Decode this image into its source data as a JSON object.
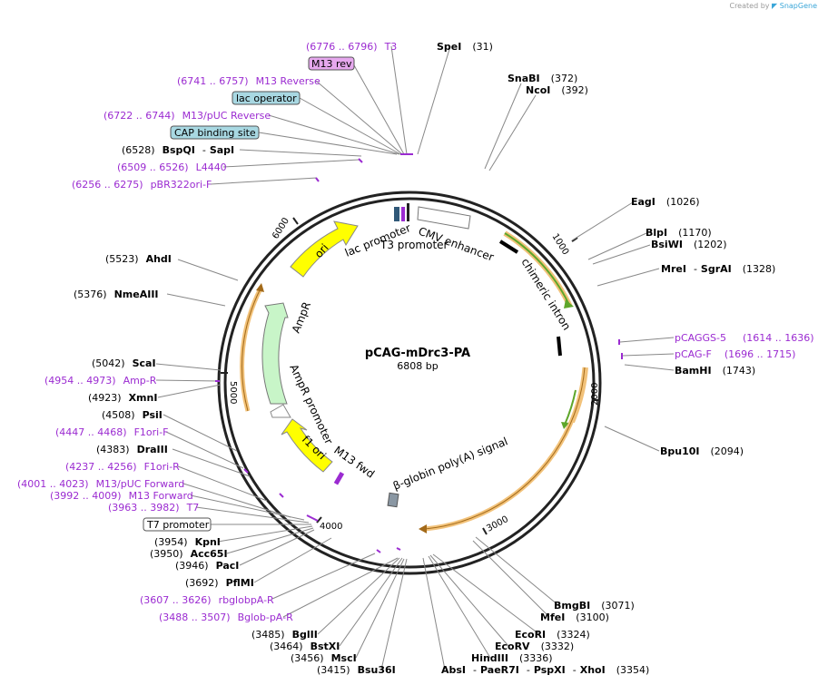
{
  "watermark": {
    "created_by": "Created by",
    "brand": "SnapGene"
  },
  "plasmid": {
    "name": "pCAG-mDrc3-PA",
    "length": "6808 bp"
  },
  "colors": {
    "primer": "#9b2bd1",
    "orange": "#f2c27a",
    "yellow": "#ffff00",
    "green_fill": "#c8f5c8",
    "blue_box": "#a8d8e2",
    "purple_box": "#e6a8ee"
  },
  "scale_ticks": [
    "1000",
    "2000",
    "3000",
    "4000",
    "5000",
    "6000"
  ],
  "inner_features": [
    "lac promoter",
    "T3 promoter",
    "CMV enhancer",
    "chimeric intron",
    "AmpR",
    "ori",
    "AmpR promoter",
    "f1 ori",
    "M13 fwd",
    "β-globin poly(A) signal"
  ],
  "labels": {
    "l_t3": {
      "num": "(6776 .. 6796)",
      "name": "T3"
    },
    "l_m13rev": {
      "name": "M13 rev"
    },
    "l_m13reverse": {
      "num": "(6741 .. 6757)",
      "name": "M13 Reverse"
    },
    "l_lacop": {
      "name": "lac operator"
    },
    "l_m13puc_rev": {
      "num": "(6722 .. 6744)",
      "name": "M13/pUC Reverse"
    },
    "l_cap": {
      "name": "CAP binding site"
    },
    "l_bspqi": {
      "num": "(6528)",
      "name": "BspQI",
      "name2": "SapI"
    },
    "l_l4440": {
      "num": "(6509 .. 6526)",
      "name": "L4440"
    },
    "l_pbr": {
      "num": "(6256 .. 6275)",
      "name": "pBR322ori-F"
    },
    "l_ahdi": {
      "num": "(5523)",
      "name": "AhdI"
    },
    "l_nmeaiii": {
      "num": "(5376)",
      "name": "NmeAIII"
    },
    "l_scai": {
      "num": "(5042)",
      "name": "ScaI"
    },
    "l_ampr": {
      "num": "(4954 .. 4973)",
      "name": "Amp-R"
    },
    "l_xmni": {
      "num": "(4923)",
      "name": "XmnI"
    },
    "l_psii": {
      "num": "(4508)",
      "name": "PsiI"
    },
    "l_f1orif": {
      "num": "(4447 .. 4468)",
      "name": "F1ori-F"
    },
    "l_draiii": {
      "num": "(4383)",
      "name": "DraIII"
    },
    "l_f1orir": {
      "num": "(4237 .. 4256)",
      "name": "F1ori-R"
    },
    "l_m13puc_fwd": {
      "num": "(4001 .. 4023)",
      "name": "M13/pUC Forward"
    },
    "l_m13fwd": {
      "num": "(3992 .. 4009)",
      "name": "M13 Forward"
    },
    "l_t7": {
      "num": "(3963 .. 3982)",
      "name": "T7"
    },
    "l_t7prom": {
      "name": "T7 promoter"
    },
    "l_kpni": {
      "num": "(3954)",
      "name": "KpnI"
    },
    "l_acc65i": {
      "num": "(3950)",
      "name": "Acc65I"
    },
    "l_paci": {
      "num": "(3946)",
      "name": "PacI"
    },
    "l_pflmi": {
      "num": "(3692)",
      "name": "PflMI"
    },
    "l_rbglob": {
      "num": "(3607 .. 3626)",
      "name": "rbglobpA-R"
    },
    "l_bglob": {
      "num": "(3488 .. 3507)",
      "name": "Bglob-pA-R"
    },
    "l_bglii": {
      "num": "(3485)",
      "name": "BglII"
    },
    "l_bstxi": {
      "num": "(3464)",
      "name": "BstXI"
    },
    "l_msci": {
      "num": "(3456)",
      "name": "MscI"
    },
    "l_bsu36i": {
      "num": "(3415)",
      "name": "Bsu36I"
    },
    "l_spei": {
      "name": "SpeI",
      "num": "(31)"
    },
    "l_snabi": {
      "name": "SnaBI",
      "num": "(372)"
    },
    "l_ncoi": {
      "name": "NcoI",
      "num": "(392)"
    },
    "l_eagi": {
      "name": "EagI",
      "num": "(1026)"
    },
    "l_blpi": {
      "name": "BlpI",
      "num": "(1170)"
    },
    "l_bsiwi": {
      "name": "BsiWI",
      "num": "(1202)"
    },
    "l_mrei": {
      "name": "MreI",
      "name2": "SgrAI",
      "num": "(1328)"
    },
    "l_pcaggs": {
      "name": "pCAGGS-5",
      "num": "(1614 .. 1636)"
    },
    "l_pcagf": {
      "name": "pCAG-F",
      "num": "(1696 .. 1715)"
    },
    "l_bamhi": {
      "name": "BamHI",
      "num": "(1743)"
    },
    "l_bpu10i": {
      "name": "Bpu10I",
      "num": "(2094)"
    },
    "l_bmgbi": {
      "name": "BmgBI",
      "num": "(3071)"
    },
    "l_mfei": {
      "name": "MfeI",
      "num": "(3100)"
    },
    "l_ecori": {
      "name": "EcoRI",
      "num": "(3324)"
    },
    "l_ecorv": {
      "name": "EcoRV",
      "num": "(3332)"
    },
    "l_hindiii": {
      "name": "HindIII",
      "num": "(3336)"
    },
    "l_bottom": {
      "n1": "AbsI",
      "n2": "PaeR7I",
      "n3": "PspXI",
      "n4": "XhoI",
      "num": "(3354)"
    }
  }
}
